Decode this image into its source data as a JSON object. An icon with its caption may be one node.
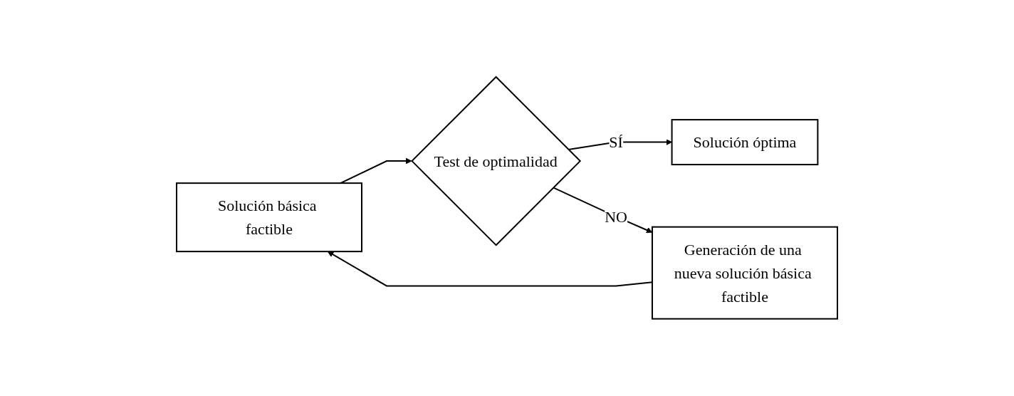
{
  "diagram": {
    "nodes": [
      {
        "text": [
          "Solución básica factible"
        ]
      },
      {
        "text": [
          "Test de optimalidad"
        ]
      },
      {
        "text": [
          "Solución óptima"
        ]
      },
      {
        "text": [
          "Generación de una nueva solución básica factible"
        ]
      }
    ],
    "edges": [
      {
        "from": 0,
        "to": 1,
        "arrow": "to"
      },
      {
        "from": 1,
        "to": 2,
        "label": "SÍ",
        "arrow": "to"
      },
      {
        "from": 1,
        "to": 3,
        "label": "NO",
        "arrow": "to"
      },
      {
        "from": 3,
        "to": 0,
        "arrow": "to"
      }
    ]
  }
}
